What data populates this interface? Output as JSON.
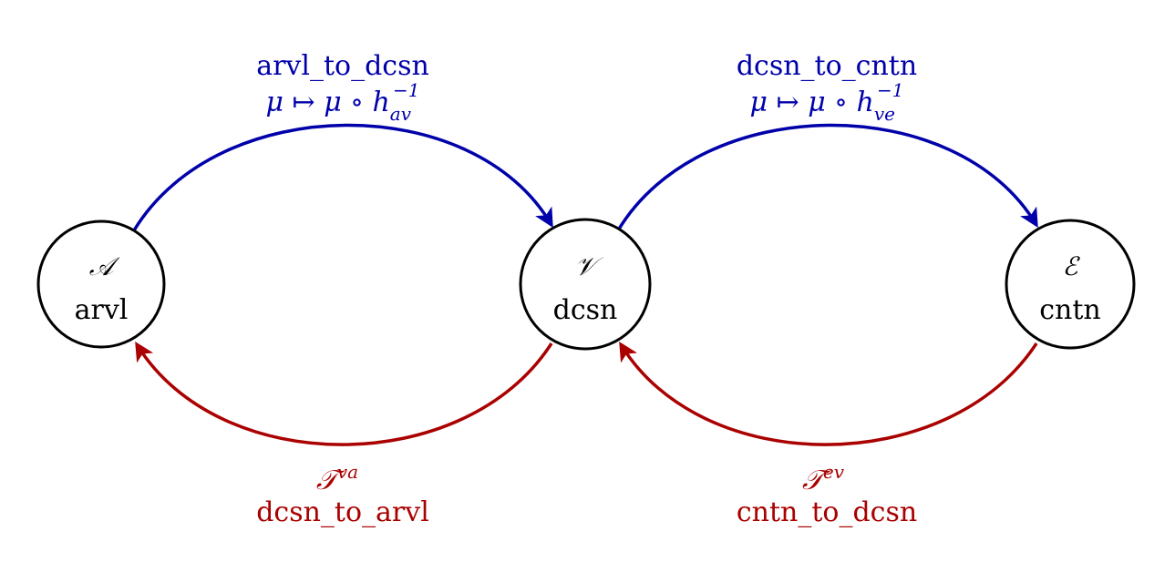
{
  "colors": {
    "forward": "#0000aa",
    "backward": "#aa0000",
    "node_stroke": "#000000"
  },
  "nodes": [
    {
      "id": "arvl",
      "symbol": "𝒜",
      "label": "arvl"
    },
    {
      "id": "dcsn",
      "symbol": "𝒱",
      "label": "dcsn"
    },
    {
      "id": "cntn",
      "symbol": "ℰ",
      "label": "cntn"
    }
  ],
  "edges": {
    "arvl_to_dcsn": {
      "name": "arvl_to_dcsn",
      "map_base": "μ ↦ μ ∘ h",
      "map_sub": "av",
      "map_sup": "−1",
      "direction": "forward"
    },
    "dcsn_to_cntn": {
      "name": "dcsn_to_cntn",
      "map_base": "μ ↦ μ ∘ h",
      "map_sub": "ve",
      "map_sup": "−1",
      "direction": "forward"
    },
    "dcsn_to_arvl": {
      "name": "dcsn_to_arvl",
      "op_base": "𝒯",
      "op_sup": "va",
      "direction": "backward"
    },
    "cntn_to_dcsn": {
      "name": "cntn_to_dcsn",
      "op_base": "𝒯",
      "op_sup": "ev",
      "direction": "backward"
    }
  }
}
